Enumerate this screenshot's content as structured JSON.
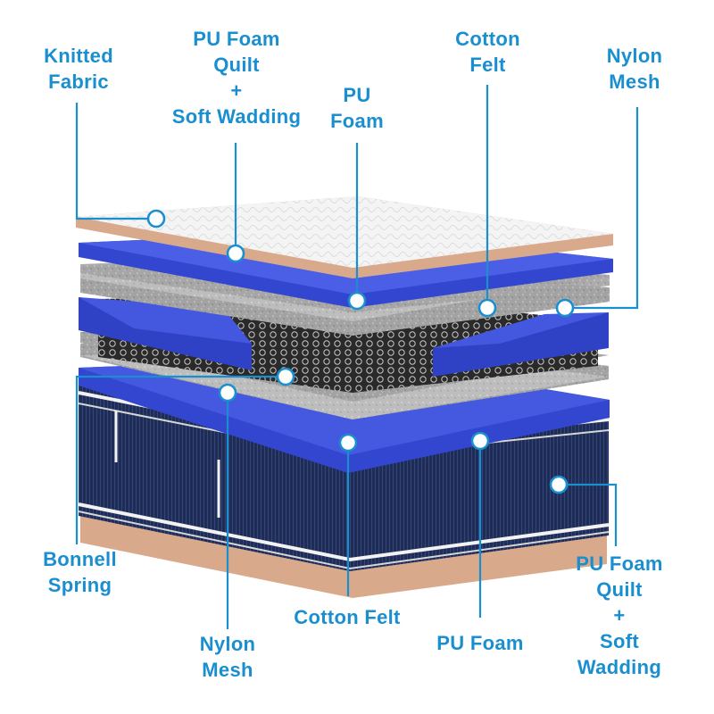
{
  "colors": {
    "accent": "#1a8fd0",
    "foam_blue": "#3b4fd6",
    "felt_gray": "#9a9a9a",
    "quilt_white": "#f3f3f3",
    "knit_tan": "#d9a98c",
    "ticking_navy": "#1f2c55"
  },
  "labels": {
    "knitted_fabric": [
      "Knitted",
      "Fabric"
    ],
    "pu_foam_quilt_top": [
      "PU Foam",
      "Quilt",
      "+",
      "Soft Wadding"
    ],
    "pu_foam_top": [
      "PU",
      "Foam"
    ],
    "cotton_felt_top": [
      "Cotton",
      "Felt"
    ],
    "nylon_mesh_top": [
      "Nylon",
      "Mesh"
    ],
    "bonnell_spring": [
      "Bonnell",
      "Spring"
    ],
    "nylon_mesh_bottom": [
      "Nylon",
      "Mesh"
    ],
    "cotton_felt_bottom": [
      "Cotton Felt"
    ],
    "pu_foam_bottom": [
      "PU Foam"
    ],
    "pu_foam_quilt_bottom": [
      "PU Foam",
      "Quilt",
      "+",
      "Soft",
      "Wadding"
    ]
  }
}
